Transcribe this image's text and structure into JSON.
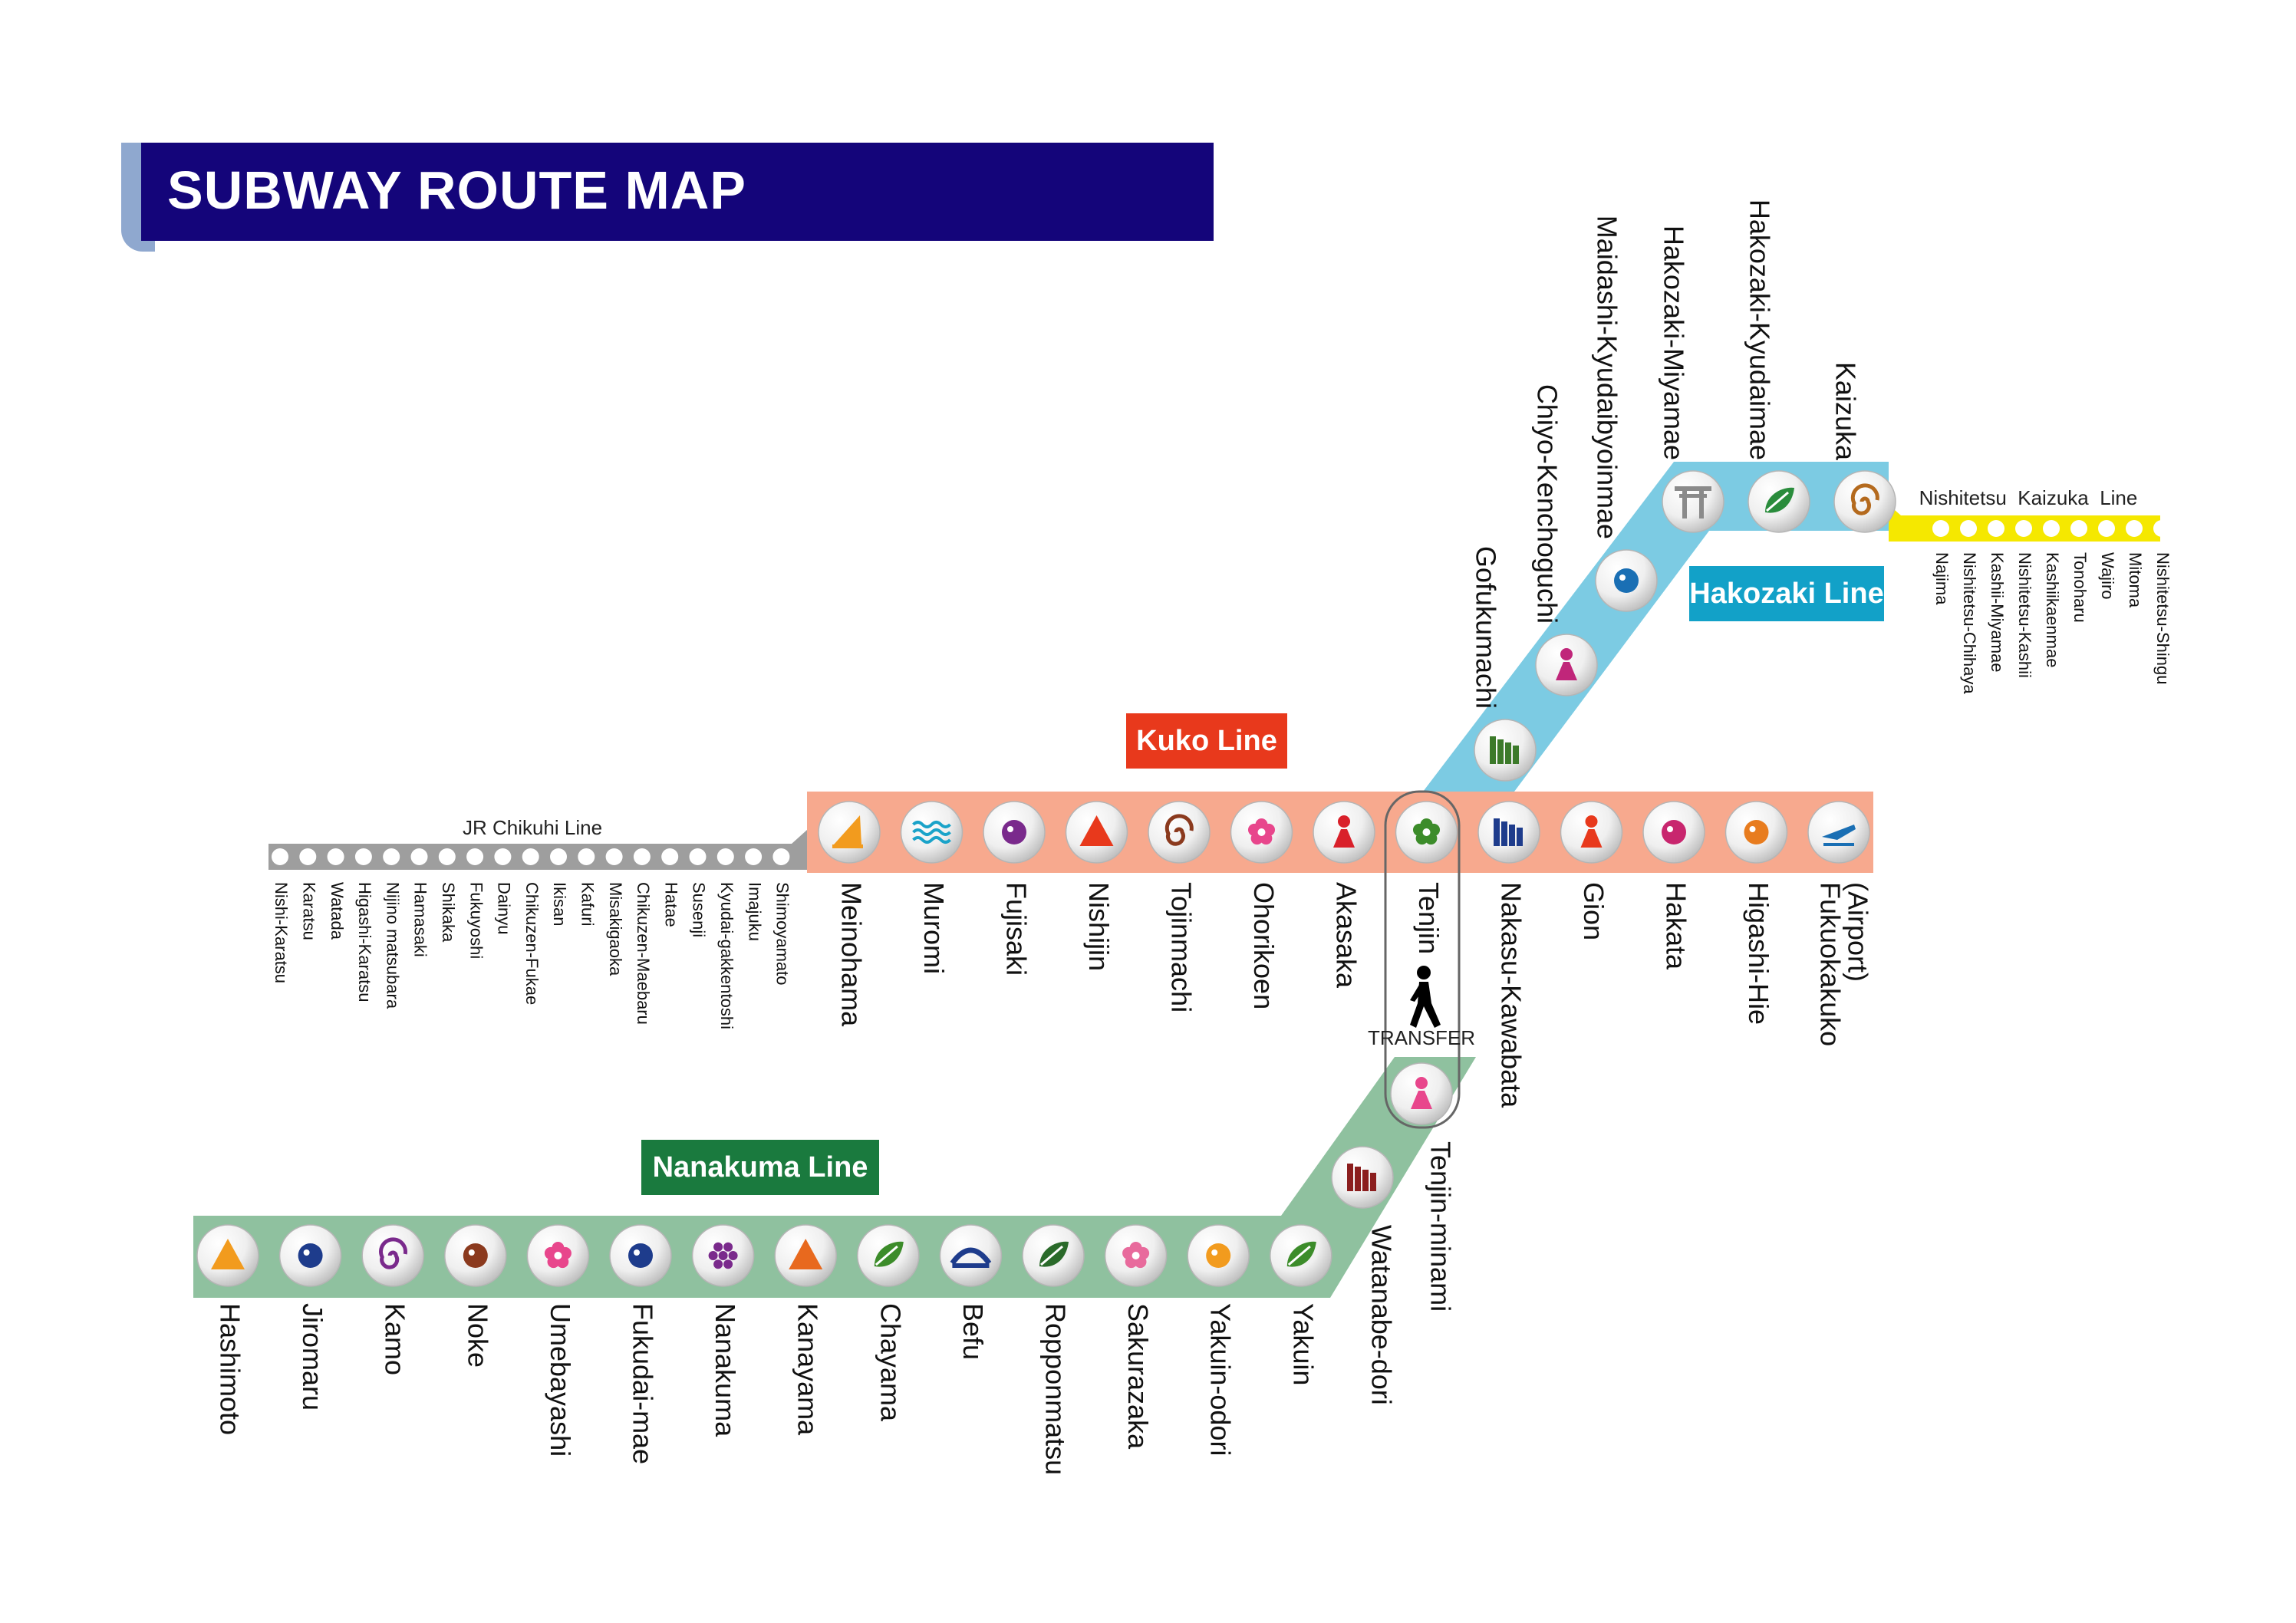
{
  "title": "SUBWAY ROUTE MAP",
  "colors": {
    "title_bar": "#14057a",
    "kuko_line": "#f7a98e",
    "kuko_label": "#e8391c",
    "hakozaki_line": "#7ccbe3",
    "hakozaki_label": "#12a1c8",
    "nanakuma_line": "#8fc19f",
    "nanakuma_label": "#1a7a3e",
    "jr_line": "#9e9e9e",
    "nishitetsu_line": "#f5e800"
  },
  "lines": {
    "kuko": {
      "label": "Kuko Line",
      "stations": [
        {
          "name": "Meinohama",
          "icon": "sail-icon",
          "color": "#f29b1e"
        },
        {
          "name": "Muromi",
          "icon": "waves-icon",
          "color": "#1aa3c9"
        },
        {
          "name": "Fujisaki",
          "icon": "wisteria-icon",
          "color": "#7a2a8c"
        },
        {
          "name": "Nishijin",
          "icon": "n-mark-icon",
          "color": "#e8391c"
        },
        {
          "name": "Tojinmachi",
          "icon": "pottery-icon",
          "color": "#8b3a1e"
        },
        {
          "name": "Ohorikoen",
          "icon": "cherry-blossom-icon",
          "color": "#e8468c"
        },
        {
          "name": "Akasaka",
          "icon": "runner-icon",
          "color": "#d9202a"
        },
        {
          "name": "Tenjin",
          "icon": "plum-flower-icon",
          "color": "#3c8c2a"
        },
        {
          "name": "Nakasu-Kawabata",
          "icon": "building-icon",
          "color": "#1e3c8c"
        },
        {
          "name": "Gion",
          "icon": "festival-icon",
          "color": "#e8391c"
        },
        {
          "name": "Hakata",
          "icon": "obi-icon",
          "color": "#c8266e"
        },
        {
          "name": "Higashi-Hie",
          "icon": "scissors-icon",
          "color": "#e87c1e"
        },
        {
          "name": "Fukuokakuko",
          "name2": "(Airport)",
          "icon": "airplane-icon",
          "color": "#1a6fb4"
        }
      ]
    },
    "hakozaki": {
      "label": "Hakozaki Line",
      "stations": [
        {
          "name": "Gofukumachi",
          "icon": "ship-icon",
          "color": "#3c7a2a"
        },
        {
          "name": "Chiyo-Kenchoguchi",
          "icon": "hakata-doll-icon",
          "color": "#c0267a"
        },
        {
          "name": "Maidashi-Kyudaibyoinmae",
          "icon": "bird-icon",
          "color": "#1a6fb4"
        },
        {
          "name": "Hakozaki-Miyamae",
          "icon": "torii-icon",
          "color": "#8a8a8a"
        },
        {
          "name": "Hakozaki-Kyudaimae",
          "icon": "pine-tree-icon",
          "color": "#2a8c3c"
        },
        {
          "name": "Kaizuka",
          "icon": "shell-icon",
          "color": "#b46a1e"
        }
      ]
    },
    "nanakuma": {
      "label": "Nanakuma Line",
      "stations": [
        {
          "name": "Hashimoto",
          "icon": "mountain-dots-icon",
          "color": "#f29b1e"
        },
        {
          "name": "Jiromaru",
          "icon": "beetle-icon",
          "color": "#1e3c8c"
        },
        {
          "name": "Kamo",
          "icon": "duck-icon",
          "color": "#7a2a8c"
        },
        {
          "name": "Noke",
          "icon": "horse-icon",
          "color": "#8b3a1e"
        },
        {
          "name": "Umebayashi",
          "icon": "ume-blossom-icon",
          "color": "#e8468c"
        },
        {
          "name": "Fukudai-mae",
          "icon": "phoenix-icon",
          "color": "#1e3c8c"
        },
        {
          "name": "Nanakuma",
          "icon": "seven-circles-icon",
          "color": "#7a2a8c"
        },
        {
          "name": "Kanayama",
          "icon": "peak-icon",
          "color": "#e8691e"
        },
        {
          "name": "Chayama",
          "icon": "tea-leaf-icon",
          "color": "#3c8c2a"
        },
        {
          "name": "Befu",
          "icon": "bridge-icon",
          "color": "#1e3c8c"
        },
        {
          "name": "Ropponmatsu",
          "icon": "pine-bonsai-icon",
          "color": "#2a6a2a"
        },
        {
          "name": "Sakurazaka",
          "icon": "petals-icon",
          "color": "#e86a9c"
        },
        {
          "name": "Yakuin-odori",
          "icon": "clouds-icon",
          "color": "#f29b1e"
        },
        {
          "name": "Yakuin",
          "icon": "mortar-icon",
          "color": "#3c8c2a"
        },
        {
          "name": "Watanabe-dori",
          "icon": "tram-icon",
          "color": "#8b1e1e"
        },
        {
          "name": "Tenjin-minami",
          "icon": "dolls-icon",
          "color": "#e8468c"
        }
      ]
    },
    "jr": {
      "label": "JR Chikuhi Line",
      "stations": [
        "Nishi-Karatsu",
        "Karatsu",
        "Watada",
        "Higashi-Karatsu",
        "Nijino matsubara",
        "Hamasaki",
        "Shikaka",
        "Fukuyoshi",
        "Dainyu",
        "Chikuzen-Fukae",
        "Ikisan",
        "Kafuri",
        "Misakigaoka",
        "Chikuzen-Maebaru",
        "Hatae",
        "Susenji",
        "Kyudai-gakkentoshi",
        "Imajuku",
        "Shimoyamato"
      ]
    },
    "nishitetsu": {
      "label": "Nishitetsu  Kaizuka  Line",
      "stations": [
        "Najima",
        "Nishitetsu-Chihaya",
        "Kashii-Miyamae",
        "Nishitetsu-Kashii",
        "Kashiikaenmae",
        "Tonoharu",
        "Wajiro",
        "Mitoma",
        "Nishitetsu-Shingu"
      ]
    }
  },
  "transfer": {
    "label": "TRANSFER",
    "icon": "walking-person-icon"
  }
}
